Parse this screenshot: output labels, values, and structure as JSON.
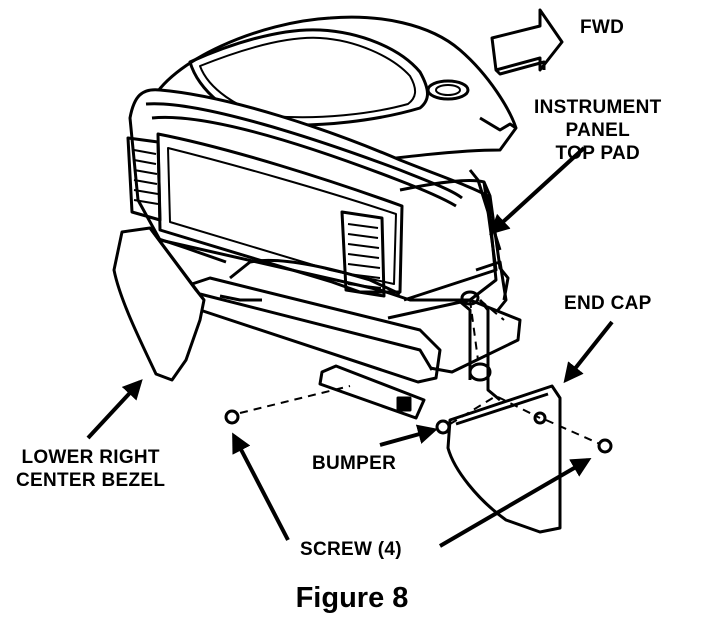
{
  "labels": {
    "fwd": "FWD",
    "instrument_panel_top_pad": [
      "INSTRUMENT",
      "PANEL",
      "TOP PAD"
    ],
    "end_cap": "END CAP",
    "lower_right_center_bezel": [
      "LOWER RIGHT",
      "CENTER BEZEL"
    ],
    "bumper": "BUMPER",
    "screw": "SCREW (4)"
  },
  "caption": "Figure 8",
  "colors": {
    "ink": "#000000",
    "paper": "#ffffff"
  }
}
